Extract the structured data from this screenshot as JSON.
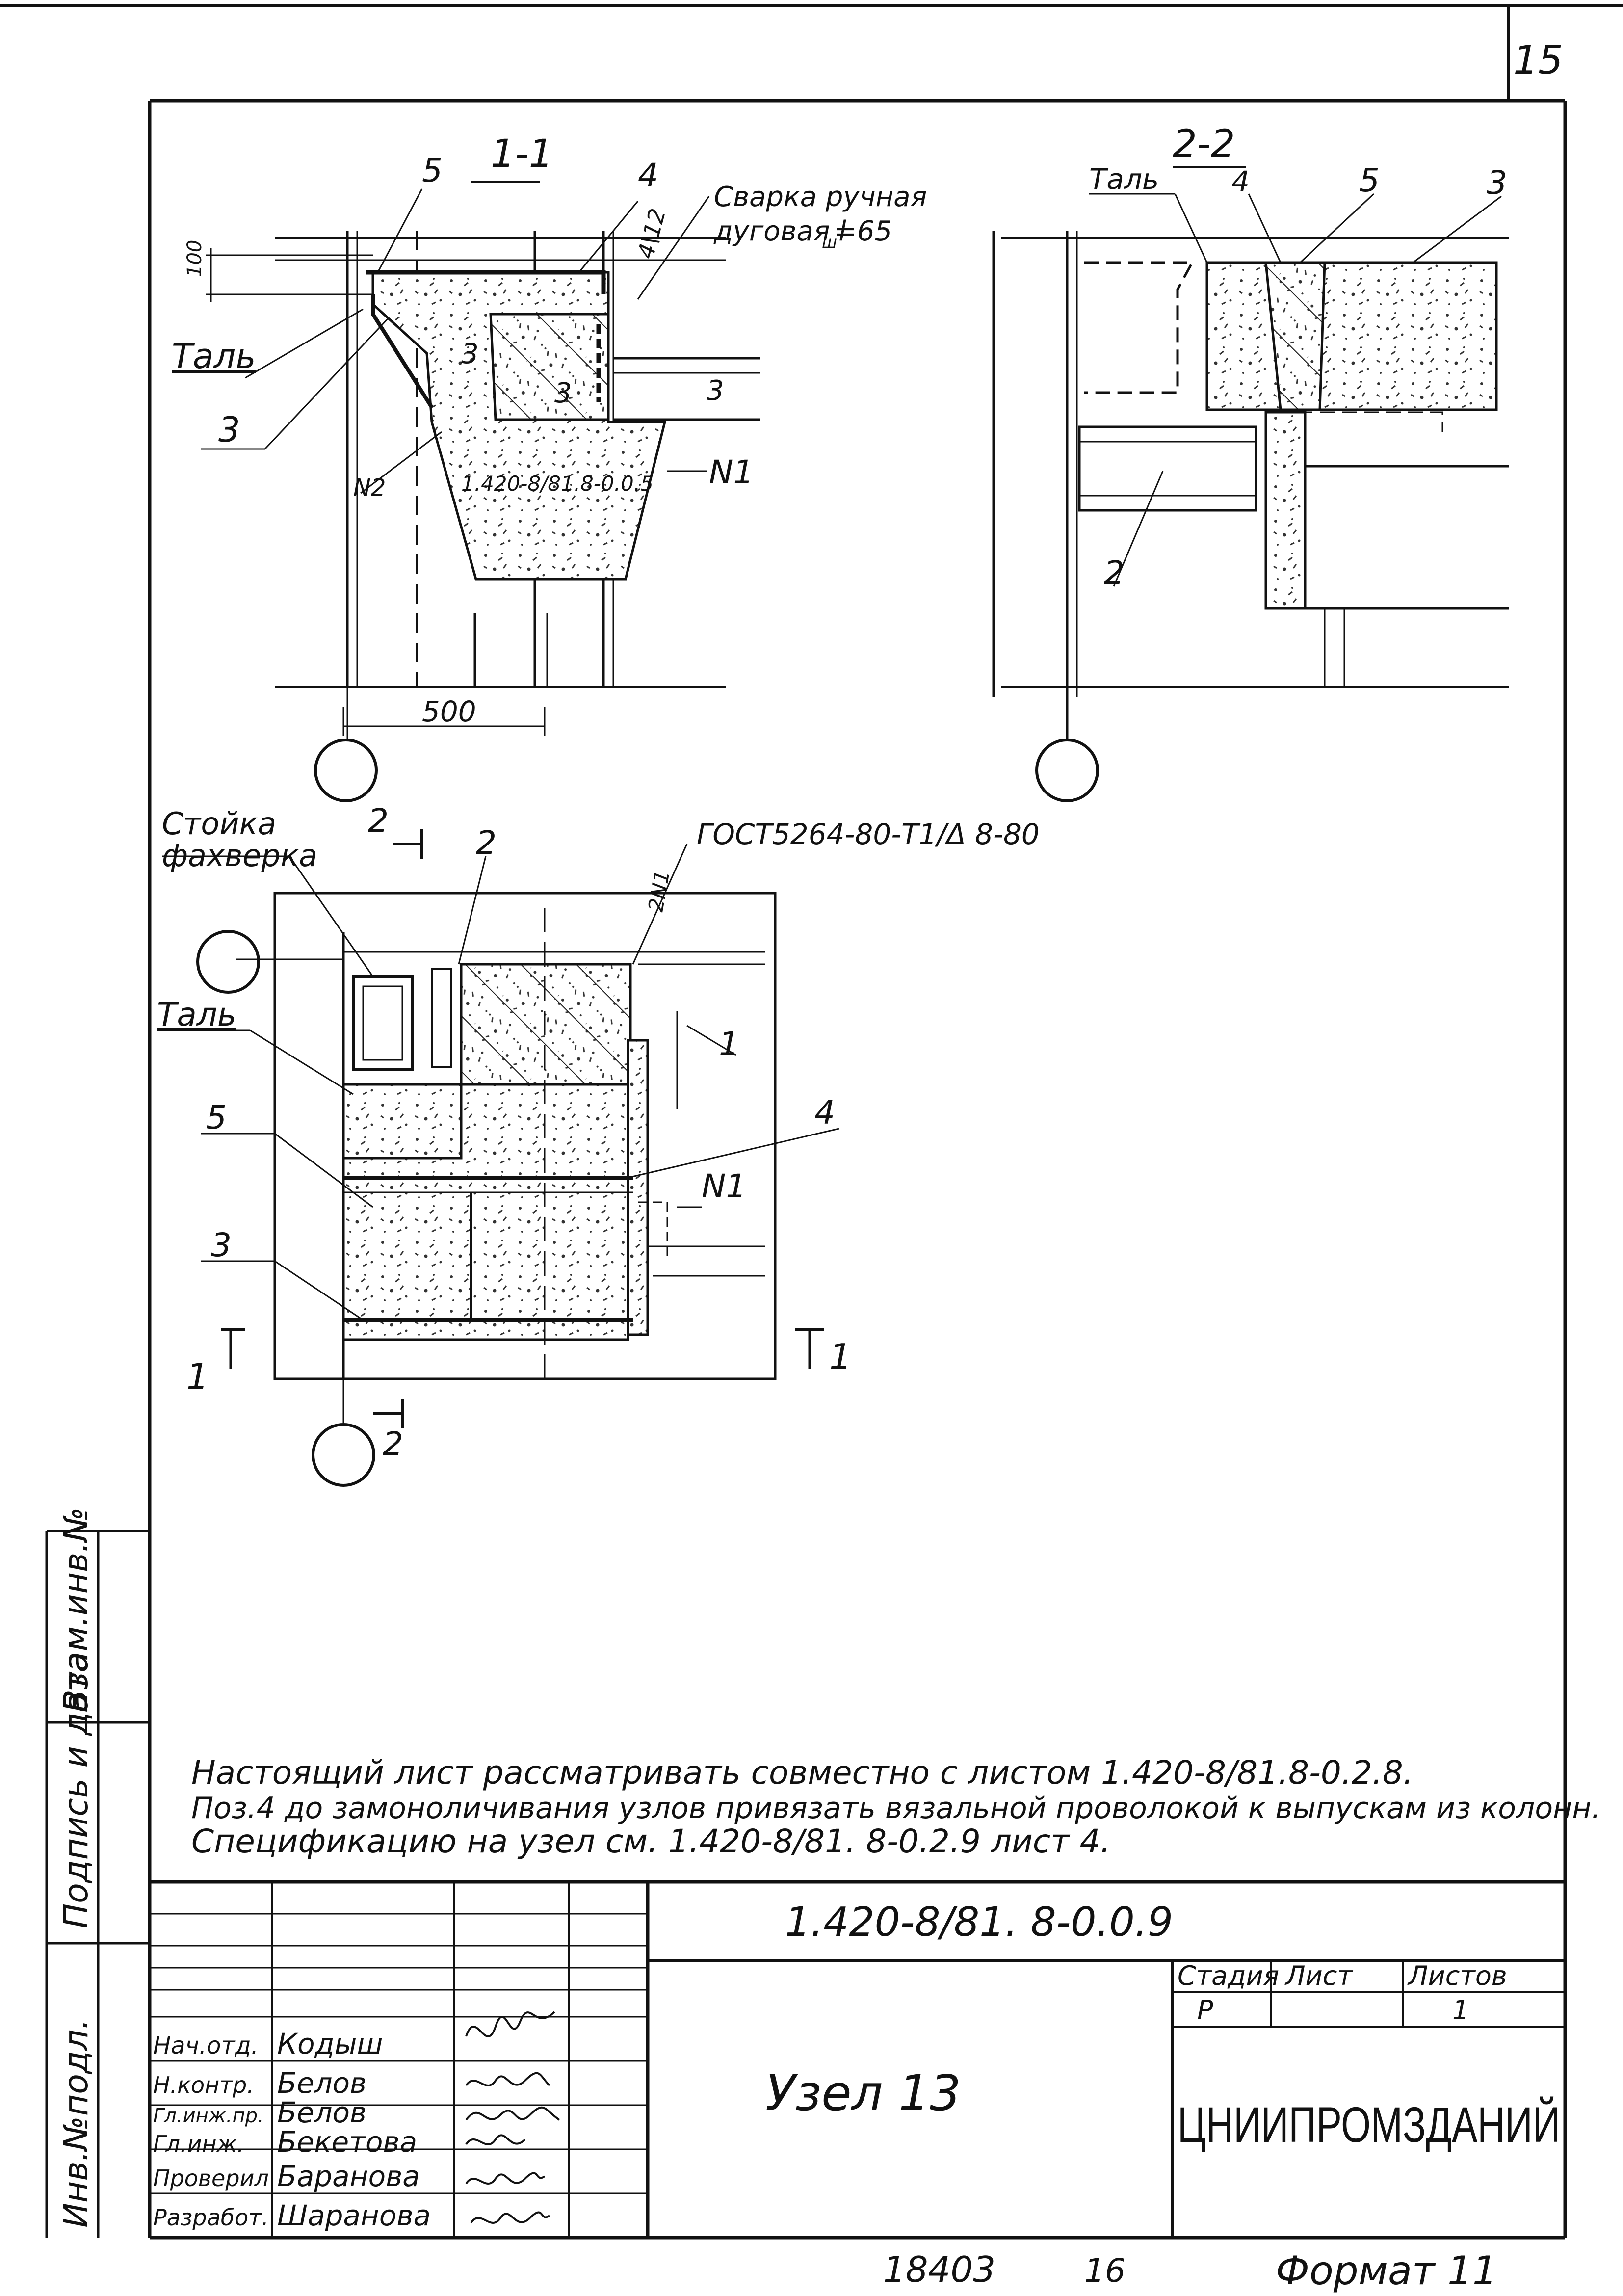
{
  "sheet": {
    "page_number": "15",
    "document_code": "1.420-8/81. 8-0.0.9",
    "bottom_number": "18403",
    "bottom_count": "16",
    "format": "Формат 11"
  },
  "section_1": {
    "title": "1-1",
    "welding_note": "Сварка ручная",
    "welding_note_2": "дуговая l",
    "welding_sub": "ш",
    "welding_val": "=65",
    "dim_100": "100",
    "dim_500": "500",
    "label_5": "5",
    "label_4": "4",
    "label_3": "3",
    "label_4_12": "4\\12",
    "label_tal": "Таль",
    "label_n2": "N2",
    "label_n1": "N1",
    "label_3a": "3",
    "label_3b": "3",
    "label_3c": "3",
    "ref_note": "1.420-8/81.8-0.0.5"
  },
  "section_2": {
    "title": "2-2",
    "label_tal": "Таль",
    "label_4": "4",
    "label_5": "5",
    "label_3": "3",
    "label_2": "2"
  },
  "plan": {
    "label_stoika": "Стойка",
    "label_fakhverk": "фахверка",
    "label_2_top": "2",
    "label_2b": "2",
    "gost": "ГОСТ5264-80-Т1/Δ 8-80",
    "label_2n1": "2N1",
    "label_tal": "Таль",
    "label_1": "1",
    "label_5": "5",
    "label_4": "4",
    "label_n1": "N1",
    "label_3": "3",
    "cut_1_left": "1",
    "cut_1_right": "1",
    "label_2_bottom": "2"
  },
  "notes": {
    "line1": "Настоящий лист рассматривать совместно с листом 1.420-8/81.8-0.2.8.",
    "line2": "Поз.4 до замоноличивания узлов привязать вязальной проволокой к выпускам из колонн.",
    "line3": "Спецификацию на узел  см. 1.420-8/81. 8-0.2.9    лист 4."
  },
  "side_stamp": {
    "inv_podl": "Инв.№подл.",
    "podpis": "Подпись и дата",
    "vzam": "Взам.инв.№"
  },
  "title_block": {
    "title": "Узел 13",
    "stage_header": "Стадия",
    "sheet_header": "Лист",
    "sheets_header": "Листов",
    "stage_value": "Р",
    "sheet_value": "",
    "sheets_value": "1",
    "organization": "ЦНИИПРОМЗДАНИЙ",
    "rows": [
      {
        "role": "Нач.отд.",
        "name": "Кодыш"
      },
      {
        "role": "Н.контр.",
        "name": "Белов"
      },
      {
        "role": "Гл.инж.пр.",
        "name": "Белов"
      },
      {
        "role": "Гл.инж.",
        "name": "Бекетова"
      },
      {
        "role": "Проверил",
        "name": "Баранова"
      },
      {
        "role": "Разработ.",
        "name": "Шаранова"
      }
    ]
  }
}
